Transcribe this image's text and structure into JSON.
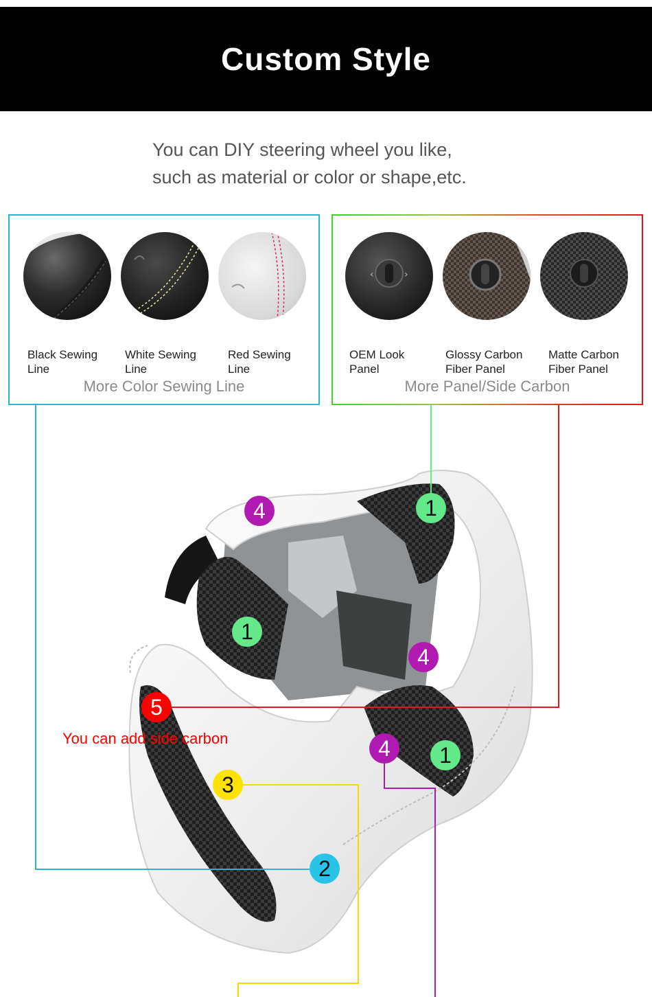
{
  "header": {
    "title": "Custom Style"
  },
  "intro": {
    "line1": "You can DIY steering wheel you like,",
    "line2": "such as material or color or shape,etc."
  },
  "sewing_panel": {
    "options": [
      {
        "label_line1": "Black Sewing",
        "label_line2": "Line",
        "thread_color": "#2a2a2a"
      },
      {
        "label_line1": "White Sewing",
        "label_line2": "Line",
        "thread_color": "#f2e9a8"
      },
      {
        "label_line1": "Red Sewing",
        "label_line2": "Line",
        "thread_color": "#d6245a"
      }
    ],
    "footer": "More Color Sewing Line",
    "border_color": "#29b6d3"
  },
  "carbon_panel": {
    "options": [
      {
        "label_line1": "OEM Look",
        "label_line2": "Panel"
      },
      {
        "label_line1": "Glossy Carbon",
        "label_line2": "Fiber Panel"
      },
      {
        "label_line1": "Matte Carbon",
        "label_line2": "Fiber Panel"
      }
    ],
    "footer": "More Panel/Side Carbon"
  },
  "callouts": {
    "one": "1",
    "two": "2",
    "three": "3",
    "four": "4",
    "five": "5"
  },
  "side_carbon_note": "You can add side carbon",
  "colors": {
    "green": "#63e88a",
    "purple": "#b01ab0",
    "red": "#ff0000",
    "yellow": "#ffe200",
    "cyan": "#28c4e8"
  }
}
